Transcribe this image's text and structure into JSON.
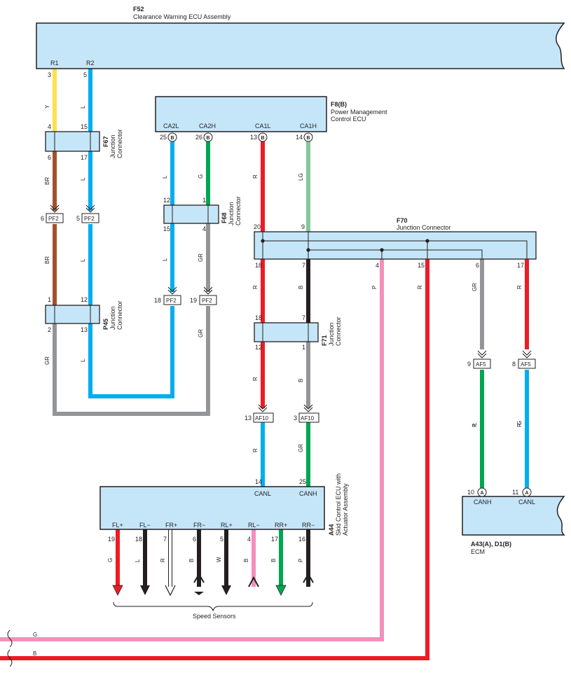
{
  "components": {
    "f52": {
      "code": "F52",
      "name": "Clearance Warning ECU Assembly",
      "pins": [
        "R1",
        "R2"
      ]
    },
    "f8": {
      "code": "F8(B)",
      "name_line1": "Power Management",
      "name_line2": "Control ECU",
      "pins": [
        "CA2L",
        "CA2H",
        "CA1L",
        "CA1H"
      ],
      "connector_letter": "B"
    },
    "f70": {
      "code": "F70",
      "name": "Junction Connector"
    },
    "f67": {
      "code": "F67",
      "name_line1": "Junction",
      "name_line2": "Connector"
    },
    "f68": {
      "code": "F68",
      "name_line1": "Junction",
      "name_line2": "Connector"
    },
    "p45": {
      "code": "P45",
      "name_line1": "Junction",
      "name_line2": "Connector"
    },
    "f71": {
      "code": "F71",
      "name_line1": "Junction",
      "name_line2": "Connector"
    },
    "a44": {
      "code": "A44",
      "name_line1": "Skid Control ECU with",
      "name_line2": "Actuator Assembly",
      "pins_bottom": [
        "FL+",
        "FL−",
        "FR+",
        "FR−",
        "RL+",
        "RL−",
        "RR+",
        "RR−"
      ],
      "pins_top": [
        "CANL",
        "CANH"
      ]
    },
    "ecm": {
      "code": "A43(A), D1(B)",
      "name": "ECM",
      "pins": [
        "CANH",
        "CANL"
      ],
      "connector_letter": "A"
    }
  },
  "connectors": {
    "pf2": "PF2",
    "af10": "AF10",
    "af5": "AF5"
  },
  "speed_sensors_label": "Speed Sensors",
  "wire_colors": {
    "Y": "#ffe14d",
    "L": "#00aeef",
    "BR": "#a0522d",
    "GR": "#939598",
    "G": "#00a651",
    "LG": "#82c99a",
    "R": "#ed1c24",
    "B": "#231f20",
    "P": "#f48fbc",
    "W": "#ffffff"
  },
  "labels": {
    "pins": [
      "3",
      "5",
      "4",
      "15",
      "6",
      "17",
      "6",
      "5",
      "1",
      "12",
      "2",
      "13",
      "25",
      "26",
      "13",
      "14",
      "12",
      "1",
      "15",
      "4",
      "18",
      "19",
      "20",
      "9",
      "18",
      "7",
      "4",
      "15",
      "6",
      "17",
      "18",
      "7",
      "12",
      "1",
      "13",
      "3",
      "9",
      "8",
      "14",
      "25",
      "10",
      "11",
      "19",
      "18",
      "7",
      "6",
      "5",
      "4",
      "17",
      "16"
    ],
    "wires": [
      "Y",
      "L",
      "BR",
      "L",
      "BR",
      "L",
      "GR",
      "L",
      "L",
      "G",
      "L",
      "GR",
      "GR",
      "R",
      "LG",
      "R",
      "B",
      "P",
      "R",
      "GR",
      "R",
      "R",
      "B",
      "R",
      "GR",
      "L",
      "G",
      "G",
      "L",
      "R",
      "B",
      "W",
      "B",
      "B",
      "P",
      "G",
      "B",
      "P",
      "R"
    ]
  }
}
